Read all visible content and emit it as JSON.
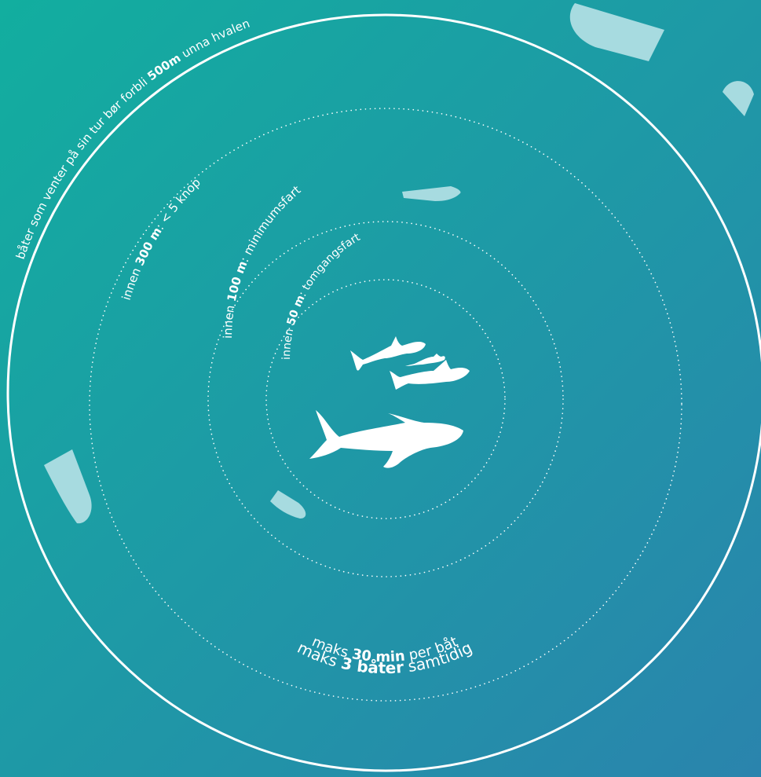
{
  "colors": {
    "background_top_left": "#12ae9f",
    "background_bottom_right": "#2a84ad",
    "lines": "#ffffff",
    "boat": "#a7dbe0",
    "whale": "#ffffff"
  },
  "zones": [
    {
      "name": "outer",
      "line": "solid",
      "prefix": "båter som venter på sin tur bør forbli ",
      "bold": "500m",
      "suffix": " unna hvalen"
    },
    {
      "name": "300m",
      "line": "dotted",
      "prefix": "innen ",
      "bold": "300 m",
      "suffix": ": < 5 knop"
    },
    {
      "name": "100m",
      "line": "dotted",
      "prefix": "innen ",
      "bold": "100 m",
      "suffix": ": minimumsfart"
    },
    {
      "name": "50m",
      "line": "dotted",
      "prefix": "innen ",
      "bold": "50 m",
      "suffix": ": tomgangsfart"
    }
  ],
  "rules": [
    {
      "prefix": "maks ",
      "bold": "3 båter",
      "suffix": " samtidig"
    },
    {
      "prefix": "maks ",
      "bold": "30 min",
      "suffix": " per båt"
    }
  ],
  "icons": {
    "boats": [
      "boat-icon",
      "boat-icon",
      "boat-icon",
      "boat-icon",
      "boat-icon"
    ],
    "whales": [
      "humpback-whale-icon",
      "orca-icon",
      "orca-icon",
      "orca-calf-icon"
    ]
  }
}
